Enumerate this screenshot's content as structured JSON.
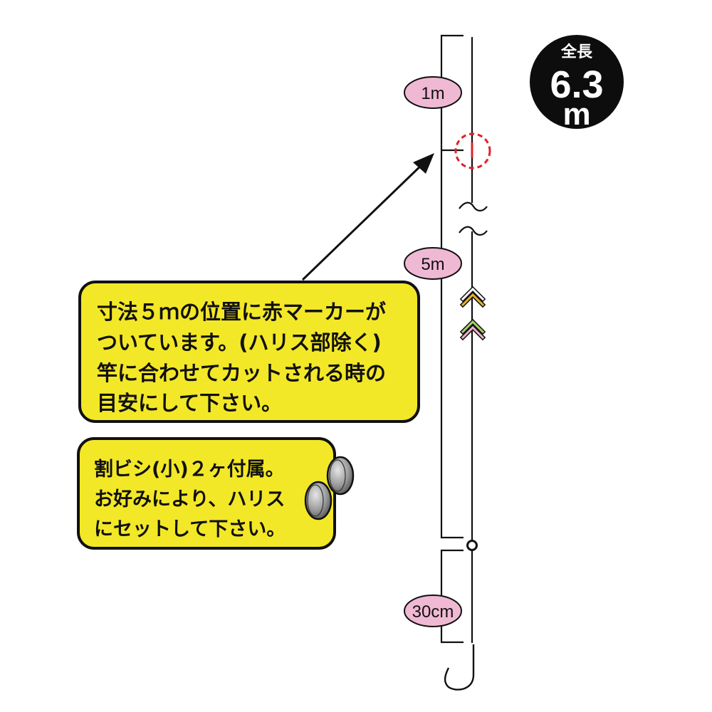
{
  "total_length": {
    "label": "全長",
    "value": "6.3",
    "unit": "m"
  },
  "dimensions": {
    "upper": "1m",
    "middle": "5m",
    "leader": "30cm"
  },
  "notes": {
    "marker": {
      "lines": [
        "寸法５ｍの位置に赤マーカーが",
        "ついています。(ハリス部除く)",
        "竿に合わせてカットされる時の",
        "目安にして下さい。"
      ]
    },
    "sinker": {
      "lines": [
        "割ビシ(小)２ヶ付属。",
        "お好みにより、ハリス",
        "にセットして下さい。"
      ]
    }
  },
  "colors": {
    "note_fill": "#f3e827",
    "label_fill": "#f0b9d3",
    "marker_red": "#e0202a",
    "badge_bg": "#0d0d0d"
  }
}
